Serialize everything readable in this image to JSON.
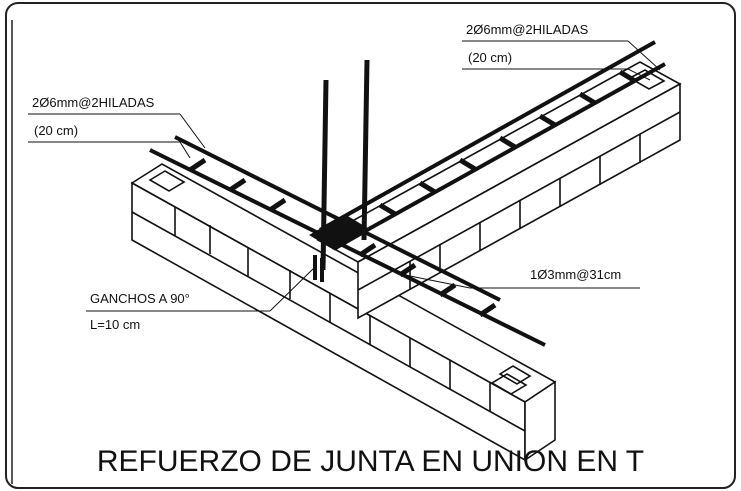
{
  "diagram": {
    "title": "REFUERZO DE JUNTA EN UNION EN T",
    "labels": {
      "top_rebar_spec": "2Ø6mm@2HILADAS",
      "top_rebar_spacing": "(20 cm)",
      "left_rebar_spec": "2Ø6mm@2HILADAS",
      "left_rebar_spacing": "(20 cm)",
      "tie_spec": "1Ø3mm@31cm",
      "hook_spec": "GANCHOS A 90°",
      "hook_length": "L=10 cm"
    }
  }
}
